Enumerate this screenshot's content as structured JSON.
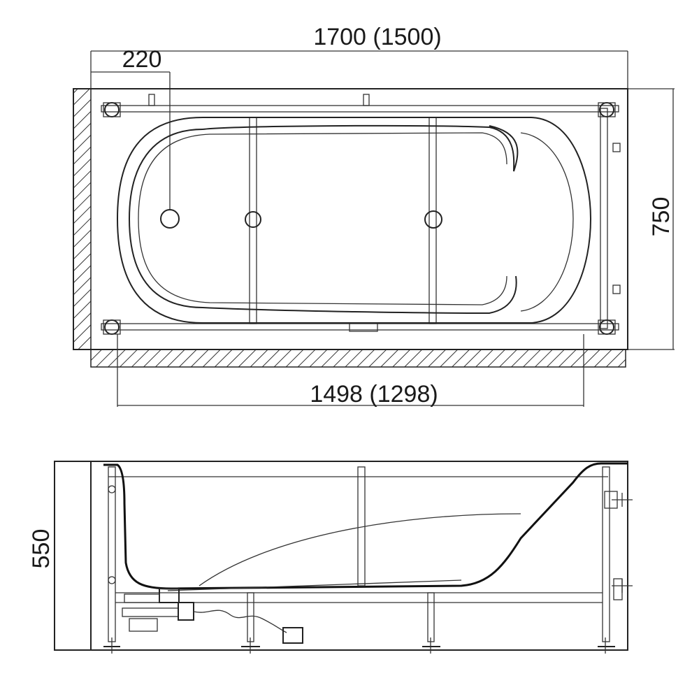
{
  "top_view": {
    "overall_length_label": "1700 (1500)",
    "drain_offset_label": "220",
    "width_label": "750",
    "frame_length_label": "1498 (1298)"
  },
  "side_view": {
    "height_label": "550"
  },
  "colors": {
    "line": "#222222",
    "background": "#ffffff"
  }
}
